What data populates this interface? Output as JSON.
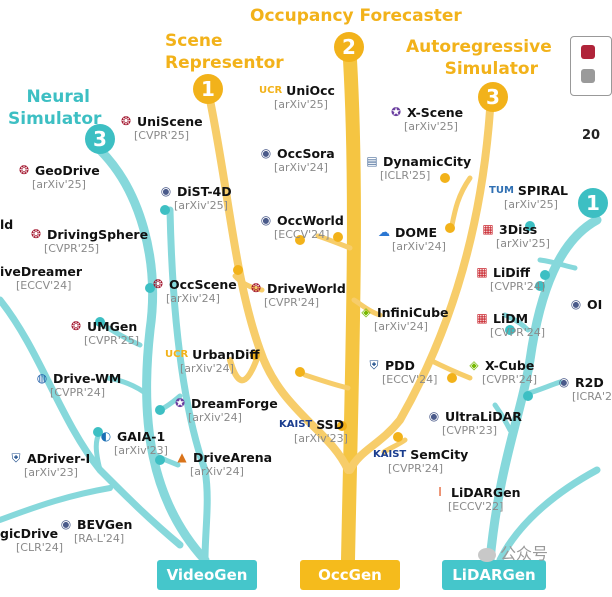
{
  "colors": {
    "orange": "#f2b21a",
    "teal": "#3dbfc3",
    "video_btn": "#45c6cb",
    "occ_btn": "#f5bb1c",
    "lidar_btn": "#45c6cb"
  },
  "headers": {
    "occupancy_forecaster": "Occupancy Forecaster",
    "scene_representor_1": "Scene",
    "scene_representor_2": "Representor",
    "autoregressive_1": "Autoregressive",
    "autoregressive_2": "Simulator",
    "neural_1": "Neural",
    "neural_2": "Simulator"
  },
  "badges": {
    "b_occ": "2",
    "b_scene": "1",
    "b_auto": "3",
    "b_neural": "3",
    "b_right": "1"
  },
  "bottom": {
    "videogen": "VideoGen",
    "occgen": "OccGen",
    "lidargen": "LiDARGen"
  },
  "legend_partial": {
    "year": "20"
  },
  "watermark": "公众号",
  "nodes": {
    "n0": {
      "icon": "UCR",
      "name": "UniOcc",
      "venue": "[arXiv'25]"
    },
    "n1": {
      "icon": "pku-icon",
      "name": "UniScene",
      "venue": "[CVPR'25]"
    },
    "n2": {
      "icon": "tsinghua-icon",
      "name": "X-Scene",
      "venue": "[arXiv'25]"
    },
    "n3": {
      "icon": "pku-icon",
      "name": "GeoDrive",
      "venue": "[arXiv'25]"
    },
    "n4": {
      "icon": "univ-icon",
      "name": "OccSora",
      "venue": "[arXiv'24]"
    },
    "n5": {
      "icon": "building-icon",
      "name": "DynamicCity",
      "venue": "[ICLR'25]"
    },
    "n6": {
      "icon": "univ-icon",
      "name": "DiST-4D",
      "venue": "[arXiv'25]"
    },
    "n7": {
      "icon": "TUM",
      "name": "SPIRAL",
      "venue": "[arXiv'25]"
    },
    "n8": {
      "icon": "",
      "name": "ld",
      "venue": ""
    },
    "n9": {
      "icon": "univ-icon",
      "name": "OccWorld",
      "venue": "[ECCV'24]"
    },
    "n10": {
      "icon": "cloud-icon",
      "name": "DOME",
      "venue": "[arXiv'24]"
    },
    "n11": {
      "icon": "pku-icon",
      "name": "DrivingSphere",
      "venue": "[CVPR'25]"
    },
    "n12": {
      "icon": "logo-icon",
      "name": "3Diss",
      "venue": "[arXiv'25]"
    },
    "n13": {
      "icon": "",
      "name": "iveDreamer",
      "venue": "[ECCV'24]"
    },
    "n14": {
      "icon": "pku-icon",
      "name": "OccScene",
      "venue": "[arXiv'24]"
    },
    "n15": {
      "icon": "pku-icon",
      "name": "DriveWorld",
      "venue": "[CVPR'24]"
    },
    "n16": {
      "icon": "logo-icon",
      "name": "LiDiff",
      "venue": "[CVPR'24]"
    },
    "n17": {
      "icon": "univ-icon",
      "name": "OI",
      "venue": ""
    },
    "n18": {
      "icon": "nvidia-icon",
      "name": "InfiniCube",
      "venue": "[arXiv'24]"
    },
    "n19": {
      "icon": "logo-icon",
      "name": "LiDM",
      "venue": "[CVPR'24]"
    },
    "n20": {
      "icon": "pku-icon",
      "name": "UMGen",
      "venue": "[CVPR'25]"
    },
    "n21": {
      "icon": "UCR",
      "name": "UrbanDiff",
      "venue": "[arXiv'24]"
    },
    "n22": {
      "icon": "shield-icon",
      "name": "PDD",
      "venue": "[ECCV'24]"
    },
    "n23": {
      "icon": "nvidia-icon",
      "name": "X-Cube",
      "venue": "[CVPR'24]"
    },
    "n24": {
      "icon": "globe-icon",
      "name": "Drive-WM",
      "venue": "[CVPR'24]"
    },
    "n25": {
      "icon": "univ-icon",
      "name": "R2D",
      "venue": "[ICRA'2"
    },
    "n26": {
      "icon": "tsinghua-icon",
      "name": "DreamForge",
      "venue": "[arXiv'24]"
    },
    "n27": {
      "icon": "univ-icon",
      "name": "UltraLiDAR",
      "venue": "[CVPR'23]"
    },
    "n28": {
      "icon": "KAIST",
      "name": "SSD",
      "venue": "[arXiv'23]"
    },
    "n29": {
      "icon": "wave-icon",
      "name": "GAIA-1",
      "venue": "[arXiv'23]"
    },
    "n30": {
      "icon": "shield-icon",
      "name": "ADriver-I",
      "venue": "[arXiv'23]"
    },
    "n31": {
      "icon": "KAIST",
      "name": "SemCity",
      "venue": "[CVPR'24]"
    },
    "n32": {
      "icon": "fox-icon",
      "name": "DriveArena",
      "venue": "[arXiv'24]"
    },
    "n33": {
      "icon": "illinois-icon",
      "name": "LiDARGen",
      "venue": "[ECCV'22]"
    },
    "n34": {
      "icon": "",
      "name": "gicDrive",
      "venue": "[CLR'24]"
    },
    "n35": {
      "icon": "univ-icon",
      "name": "BEVGen",
      "venue": "[RA-L'24]"
    }
  }
}
